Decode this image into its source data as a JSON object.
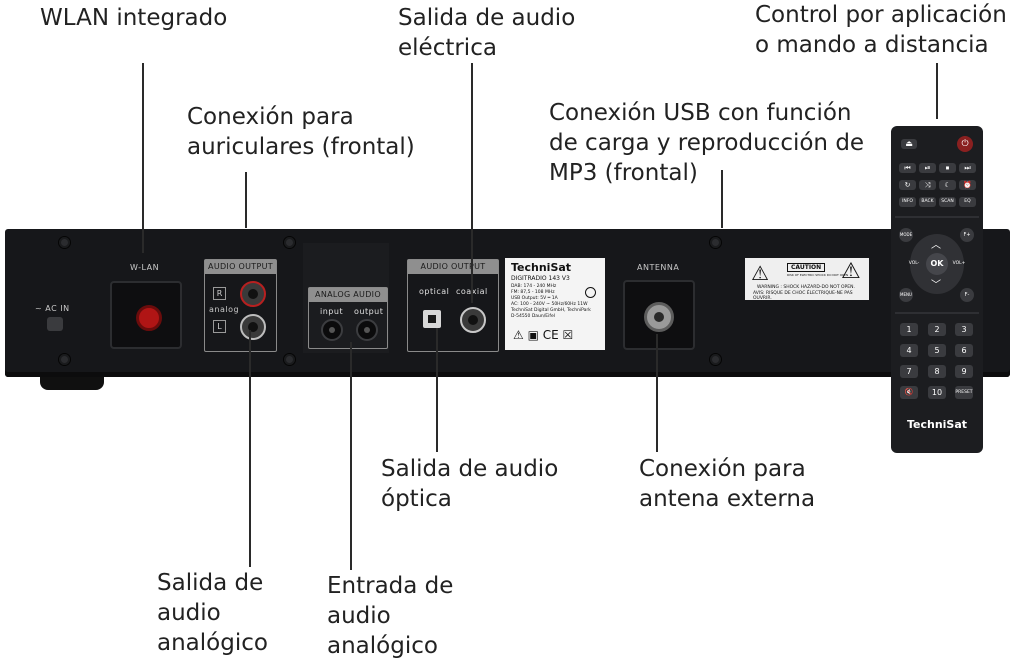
{
  "callouts": {
    "wlan": "WLAN integrado",
    "headphones": [
      "Conexión para",
      "auriculares (frontal)"
    ],
    "electric_audio": [
      "Salida de audio",
      "eléctrica"
    ],
    "usb": [
      "Conexión USB con función",
      "de carga y reproducción de",
      "MP3 (frontal)"
    ],
    "control": [
      "Control por aplicación",
      "o mando a distancia"
    ],
    "optical": [
      "Salida de audio",
      "óptica"
    ],
    "antenna_ext": [
      "Conexión para",
      "antena externa"
    ],
    "analog_out": [
      "Salida de",
      "audio",
      "analógico"
    ],
    "analog_in": [
      "Entrada de",
      "audio",
      "analógico"
    ]
  },
  "device": {
    "ac_in": "~ AC IN",
    "wlan": "W-LAN",
    "audio_output": "AUDIO OUTPUT",
    "ch_r": "R",
    "ch_l": "L",
    "analog": "analog",
    "analog_audio": "ANALOG AUDIO",
    "input": "input",
    "output": "output",
    "optical": "optical",
    "coaxial": "coaxial",
    "antenna": "ANTENNA"
  },
  "rating_label": {
    "brand": "TechniSat",
    "model": "DIGITRADIO 143 V3",
    "lines": [
      "DAB: 174 - 240 MHz",
      "FM: 87,5 - 108 MHz",
      "USB Output: 5V ═ 1A",
      "AC: 100 - 240V ~ 50Hz/60Hz 11W",
      "TechniSat Digital GmbH, TechniPark",
      "D-54550 Daun/Eifel"
    ],
    "marks": "⚠ ▣ CE ☒"
  },
  "warning_label": {
    "caution": "CAUTION",
    "sub": "RISK OF ELECTRIC SHOCK DO NOT OPEN",
    "en": "WARNING : SHOCK HAZARD-DO NOT OPEN.",
    "fr": "AVIS: RISQUE DE CHOC ÉLECTRIQUE-NE PAS OUVRIR."
  },
  "remote": {
    "brand": "TechniSat",
    "row_a": [
      "⏏",
      "⏻"
    ],
    "row_b": [
      "⏮",
      "⏯",
      "⏹",
      "⏭"
    ],
    "row_c": [
      "↻",
      "⤨",
      "☾",
      "⏰"
    ],
    "row_d": [
      "INFO",
      "BACK",
      "SCAN",
      "EQ"
    ],
    "mode": "MODE",
    "menu": "MENU",
    "fav_plus": "F+",
    "fav_minus": "F-",
    "vol_minus": "VOL-",
    "vol_plus": "VOL+",
    "ok": "OK",
    "digits": [
      "1",
      "2",
      "3",
      "4",
      "5",
      "6",
      "7",
      "8",
      "9"
    ],
    "mute": "🔇",
    "ten": "10",
    "preset": "PRESET"
  }
}
